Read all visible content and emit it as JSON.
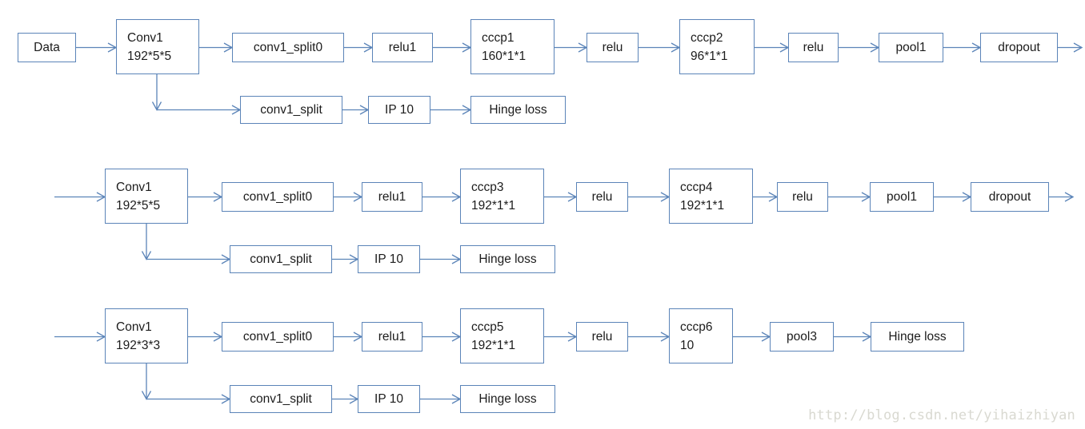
{
  "colors": {
    "box_border": "#5b84b8",
    "arrow_line": "#5b84b8",
    "box_text": "#1c1c1c",
    "watermark_text": "#d9d9d1"
  },
  "watermark": {
    "text": "http://blog.csdn.net/yihaizhiyan"
  },
  "rows": [
    {
      "main": [
        {
          "id": "data",
          "lines": [
            "Data"
          ]
        },
        {
          "id": "conv1",
          "lines": [
            "Conv1",
            "192*5*5"
          ]
        },
        {
          "id": "conv1_split0",
          "lines": [
            "conv1_split0"
          ]
        },
        {
          "id": "relu1",
          "lines": [
            "relu1"
          ]
        },
        {
          "id": "cccp1",
          "lines": [
            "cccp1",
            "160*1*1"
          ]
        },
        {
          "id": "relu",
          "lines": [
            "relu"
          ]
        },
        {
          "id": "cccp2",
          "lines": [
            "cccp2",
            "96*1*1"
          ]
        },
        {
          "id": "relu",
          "lines": [
            "relu"
          ]
        },
        {
          "id": "pool1",
          "lines": [
            "pool1"
          ]
        },
        {
          "id": "dropout",
          "lines": [
            "dropout"
          ]
        }
      ],
      "branch": [
        {
          "id": "conv1_split",
          "lines": [
            "conv1_split"
          ]
        },
        {
          "id": "ip10",
          "lines": [
            "IP 10"
          ]
        },
        {
          "id": "hinge_loss",
          "lines": [
            "Hinge loss"
          ]
        }
      ]
    },
    {
      "main": [
        {
          "id": "conv1",
          "lines": [
            "Conv1",
            "192*5*5"
          ]
        },
        {
          "id": "conv1_split0",
          "lines": [
            "conv1_split0"
          ]
        },
        {
          "id": "relu1",
          "lines": [
            "relu1"
          ]
        },
        {
          "id": "cccp3",
          "lines": [
            "cccp3",
            "192*1*1"
          ]
        },
        {
          "id": "relu",
          "lines": [
            "relu"
          ]
        },
        {
          "id": "cccp4",
          "lines": [
            "cccp4",
            "192*1*1"
          ]
        },
        {
          "id": "relu",
          "lines": [
            "relu"
          ]
        },
        {
          "id": "pool1",
          "lines": [
            "pool1"
          ]
        },
        {
          "id": "dropout",
          "lines": [
            "dropout"
          ]
        }
      ],
      "branch": [
        {
          "id": "conv1_split",
          "lines": [
            "conv1_split"
          ]
        },
        {
          "id": "ip10",
          "lines": [
            "IP 10"
          ]
        },
        {
          "id": "hinge_loss",
          "lines": [
            "Hinge loss"
          ]
        }
      ]
    },
    {
      "main": [
        {
          "id": "conv1",
          "lines": [
            "Conv1",
            "192*3*3"
          ]
        },
        {
          "id": "conv1_split0",
          "lines": [
            "conv1_split0"
          ]
        },
        {
          "id": "relu1",
          "lines": [
            "relu1"
          ]
        },
        {
          "id": "cccp5",
          "lines": [
            "cccp5",
            "192*1*1"
          ]
        },
        {
          "id": "relu",
          "lines": [
            "relu"
          ]
        },
        {
          "id": "cccp6",
          "lines": [
            "cccp6",
            "10"
          ]
        },
        {
          "id": "pool3",
          "lines": [
            "pool3"
          ]
        },
        {
          "id": "hinge_loss",
          "lines": [
            "Hinge loss"
          ]
        }
      ],
      "branch": [
        {
          "id": "conv1_split",
          "lines": [
            "conv1_split"
          ]
        },
        {
          "id": "ip10",
          "lines": [
            "IP 10"
          ]
        },
        {
          "id": "hinge_loss",
          "lines": [
            "Hinge loss"
          ]
        }
      ]
    }
  ]
}
